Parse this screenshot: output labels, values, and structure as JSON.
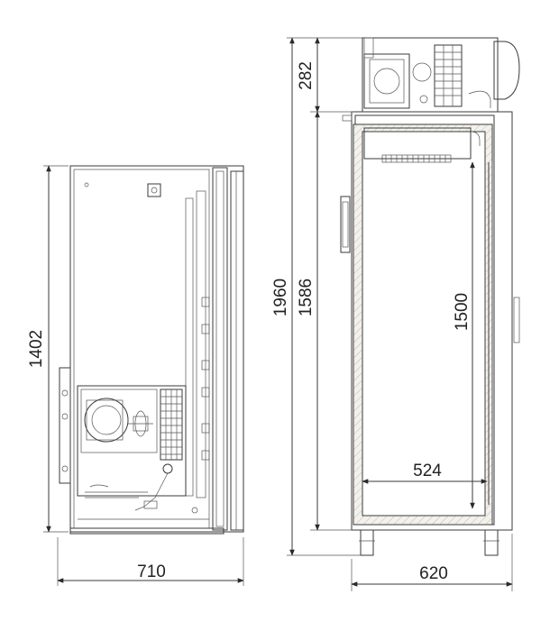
{
  "drawing": {
    "line_color": "#3a3a3a",
    "background": "#ffffff"
  },
  "side_view": {
    "width_label": "710",
    "height_label": "1402"
  },
  "front_view": {
    "overall_height_label": "1960",
    "body_height_label": "1586",
    "top_unit_height_label": "282",
    "inner_height_label": "1500",
    "inner_width_label": "524",
    "width_label": "620"
  }
}
